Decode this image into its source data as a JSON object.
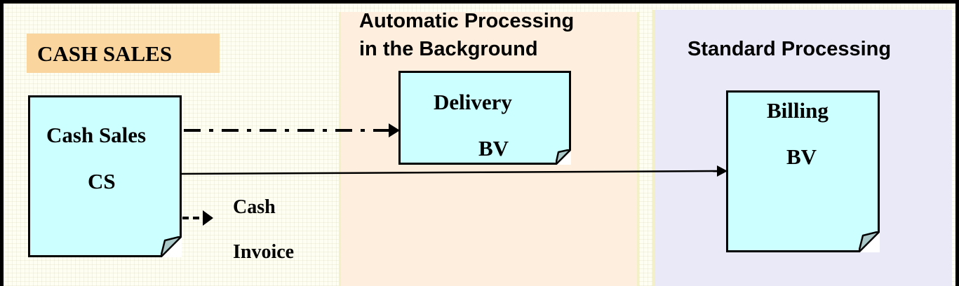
{
  "zones": {
    "automatic": {
      "title_line1": "Automatic Processing",
      "title_line2": "in the Background"
    },
    "standard": {
      "title": "Standard Processing"
    }
  },
  "banner": {
    "label": "CASH SALES"
  },
  "documents": {
    "cash_sales": {
      "name": "Cash Sales",
      "code": "CS"
    },
    "delivery": {
      "name": "Delivery",
      "code": "BV"
    },
    "billing": {
      "name": "Billing",
      "code": "BV"
    }
  },
  "notes": {
    "cash": "Cash",
    "invoice": "Invoice"
  },
  "colors": {
    "document_fill": "#ccffff",
    "banner_fill": "#fbd59e",
    "automatic_zone": "#fdeede",
    "standard_zone": "#e9e9f7",
    "page_corner": "#aac8c8"
  }
}
